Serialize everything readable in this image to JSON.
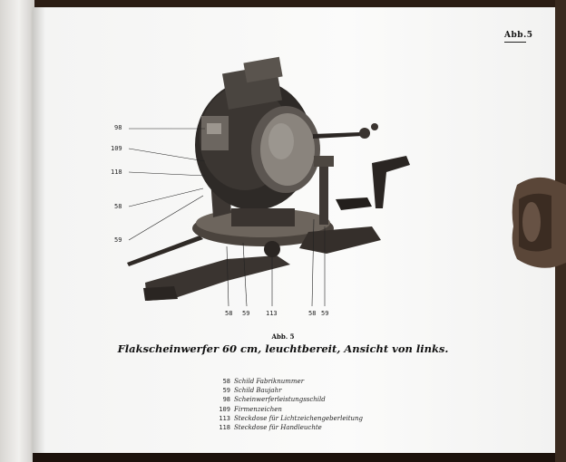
{
  "page": {
    "number": "Abb.5"
  },
  "figure": {
    "number": "Abb. 5",
    "title": "Flakscheinwerfer 60 cm, leuchtbereit, Ansicht von links.",
    "callouts_left": [
      "98",
      "109",
      "118",
      "58",
      "59"
    ],
    "callouts_bottom": [
      "58",
      "59",
      "113",
      "58",
      "59"
    ]
  },
  "legend": [
    {
      "code": "58",
      "text": "Schild Fabriknummer"
    },
    {
      "code": "59",
      "text": "Schild Baujahr"
    },
    {
      "code": "98",
      "text": "Scheinwerferleistungsschild"
    },
    {
      "code": "109",
      "text": "Firmenzeichen"
    },
    {
      "code": "113",
      "text": "Steckdose für Lichtzeichengeberleitung"
    },
    {
      "code": "118",
      "text": "Steckdose für Handleuchte"
    }
  ],
  "colors": {
    "paper": "#fbfbfa",
    "ink": "#111111",
    "clip": "#5a4638"
  }
}
